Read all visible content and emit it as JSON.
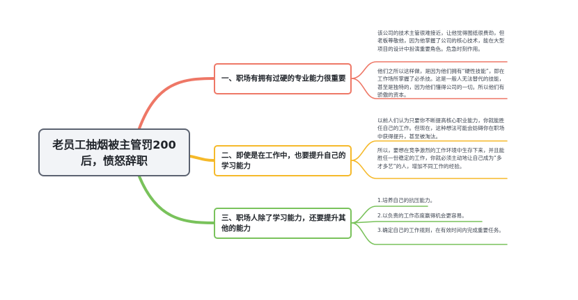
{
  "title": "老员工抽烟被主管罚200后，愤怒辞职",
  "branches": [
    {
      "label": "一、职场有拥有过硬的专业能力很重要",
      "color": "#ee7766",
      "leaves": [
        "该公司的技术主管很难接近，让他觉得图纸很费劲，但老板尊敬他，因为他掌握了公司的核心技术，能在大型项目的设计中扮演重要角色。危急时刻作用。",
        "他们之所以这样做，是因为他们拥有“硬性技能”，即在工作场所掌握了必杀技。这是一般人无法替代的技能，甚至是独特的，因为他们懂得公司的一切。所以他们有骄傲的资本。"
      ]
    },
    {
      "label": "二、即使是在工作中，也要提升自己的学习能力",
      "color": "#f5b92a",
      "leaves": [
        "以前人们认为只要你不断提高核心职业能力，你就能胜任自己的工作。但现在，这种想法可能会妨碍你在职场中获得提升，甚至被淘汰。",
        "所以，要想在竞争激烈的工作环境中生存下来，并且能胜任一份稳定的工作，你就必须主动地让自己成为“多才多艺”的人，增加不同工作的经验。"
      ]
    },
    {
      "label": "三、职场人除了学习能力，还要提升其他的能力",
      "color": "#79c25b",
      "leaves": [
        "1.培养自己的抗压能力。",
        "2.以负责的工作态度赢得机会更容易。",
        "3.确定自己的工作规则，在有效时间内完成重要任务。"
      ]
    }
  ]
}
